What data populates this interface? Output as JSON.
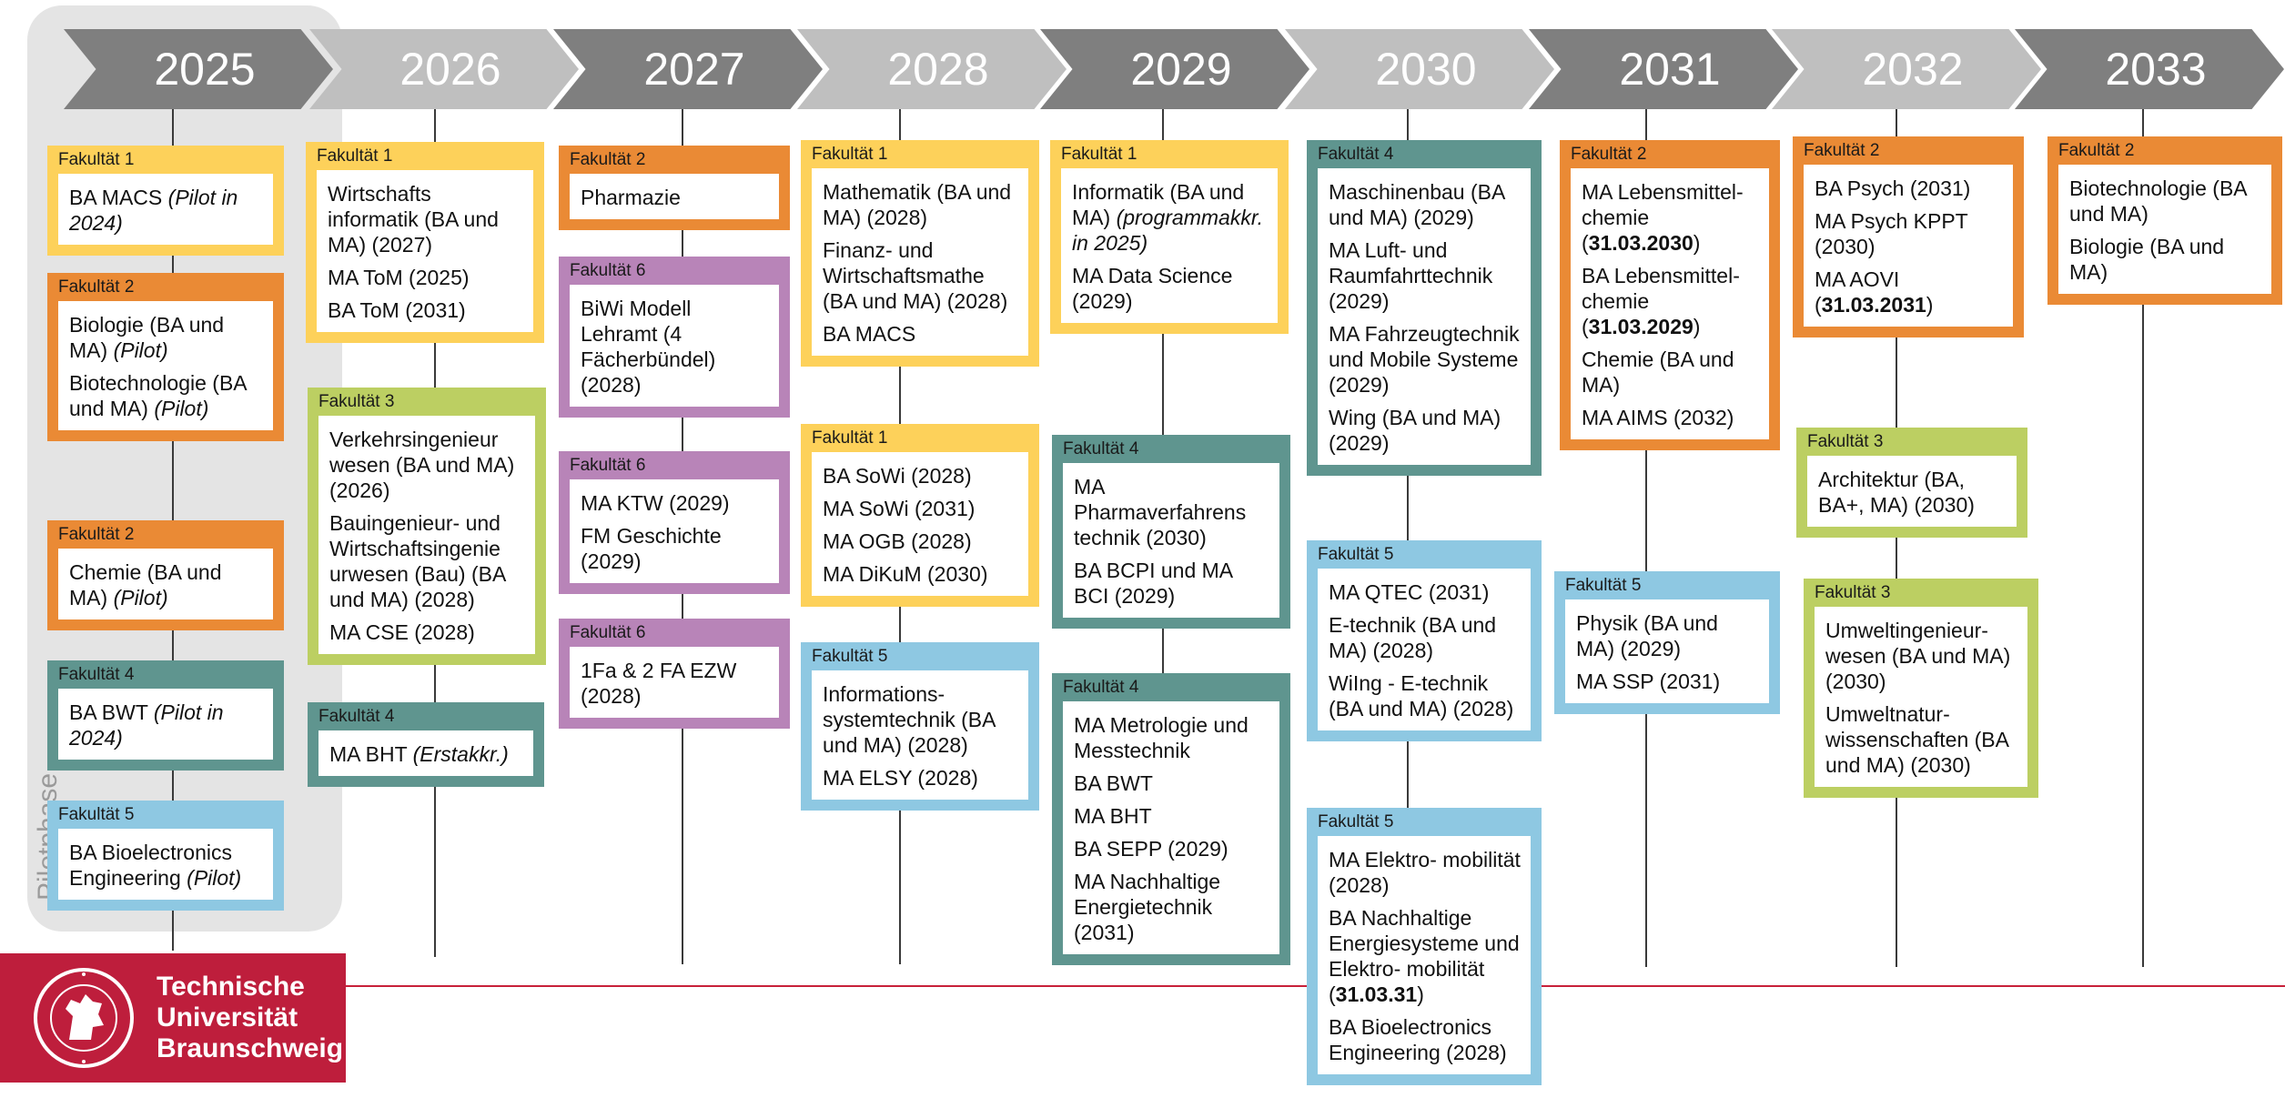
{
  "pilot_label": "Pilotphase",
  "years": [
    "2025",
    "2026",
    "2027",
    "2028",
    "2029",
    "2030",
    "2031",
    "2032",
    "2033"
  ],
  "logo": {
    "line1": "Technische",
    "line2": "Universität",
    "line3": "Braunschweig"
  },
  "colors": {
    "faculty1": "#fdd15a",
    "faculty2": "#ea8a35",
    "faculty3": "#bccf62",
    "faculty4": "#5f958f",
    "faculty5": "#8ec8e2",
    "faculty6": "#b884b8",
    "brand_red": "#be1e3c",
    "chevron_dark": "#7f7f7f",
    "chevron_light": "#bfbfbf"
  },
  "boxes": [
    {
      "faculty": "Fakultät 1",
      "entries": [
        {
          "parts": [
            {
              "t": "BA MACS "
            },
            {
              "t": "(Pilot in 2024)",
              "s": "it"
            }
          ]
        }
      ]
    },
    {
      "faculty": "Fakultät 2",
      "entries": [
        {
          "parts": [
            {
              "t": "Biologie (BA und MA) "
            },
            {
              "t": "(Pilot)",
              "s": "it"
            }
          ]
        },
        {
          "parts": [
            {
              "t": "Biotechnologie (BA und MA) "
            },
            {
              "t": "(Pilot)",
              "s": "it"
            }
          ]
        }
      ]
    },
    {
      "faculty": "Fakultät 2",
      "entries": [
        {
          "parts": [
            {
              "t": "Chemie (BA und MA) "
            },
            {
              "t": "(Pilot)",
              "s": "it"
            }
          ]
        }
      ]
    },
    {
      "faculty": "Fakultät 4",
      "entries": [
        {
          "parts": [
            {
              "t": "BA BWT "
            },
            {
              "t": "(Pilot in 2024)",
              "s": "it"
            }
          ]
        }
      ]
    },
    {
      "faculty": "Fakultät 5",
      "entries": [
        {
          "parts": [
            {
              "t": "BA Bioelectronics Engineering "
            },
            {
              "t": "(Pilot)",
              "s": "it"
            }
          ]
        }
      ]
    },
    {
      "faculty": "Fakultät 1",
      "entries": [
        {
          "parts": [
            {
              "t": "Wirtschafts informatik (BA und MA) (2027)"
            }
          ]
        },
        {
          "parts": [
            {
              "t": "MA ToM (2025)"
            }
          ]
        },
        {
          "parts": [
            {
              "t": "BA ToM (2031)"
            }
          ]
        }
      ]
    },
    {
      "faculty": "Fakultät 3",
      "entries": [
        {
          "parts": [
            {
              "t": "Verkehrsingenieur wesen (BA und MA) (2026)"
            }
          ]
        },
        {
          "parts": [
            {
              "t": "Bauingenieur- und Wirtschaftsingenie urwesen (Bau) (BA und MA) (2028)"
            }
          ]
        },
        {
          "parts": [
            {
              "t": "MA CSE (2028)"
            }
          ]
        }
      ]
    },
    {
      "faculty": "Fakultät 4",
      "entries": [
        {
          "parts": [
            {
              "t": "MA BHT "
            },
            {
              "t": "(Erstakkr.)",
              "s": "it"
            }
          ]
        }
      ]
    },
    {
      "faculty": "Fakultät 2",
      "entries": [
        {
          "parts": [
            {
              "t": "Pharmazie"
            }
          ]
        }
      ]
    },
    {
      "faculty": "Fakultät 6",
      "entries": [
        {
          "parts": [
            {
              "t": "BiWi Modell Lehramt (4 Fächerbündel) (2028)"
            }
          ]
        }
      ]
    },
    {
      "faculty": "Fakultät 6",
      "entries": [
        {
          "parts": [
            {
              "t": "MA KTW (2029)"
            }
          ]
        },
        {
          "parts": [
            {
              "t": "FM Geschichte (2029)"
            }
          ]
        }
      ]
    },
    {
      "faculty": "Fakultät 6",
      "entries": [
        {
          "parts": [
            {
              "t": "1Fa & 2 FA EZW (2028)"
            }
          ]
        }
      ]
    },
    {
      "faculty": "Fakultät 1",
      "entries": [
        {
          "parts": [
            {
              "t": "Mathematik (BA und MA) (2028)"
            }
          ]
        },
        {
          "parts": [
            {
              "t": "Finanz- und Wirtschaftsmathe (BA und MA) (2028)"
            }
          ]
        },
        {
          "parts": [
            {
              "t": "BA MACS"
            }
          ]
        }
      ]
    },
    {
      "faculty": "Fakultät 1",
      "entries": [
        {
          "parts": [
            {
              "t": "BA SoWi (2028)"
            }
          ]
        },
        {
          "parts": [
            {
              "t": "MA SoWi (2031)"
            }
          ]
        },
        {
          "parts": [
            {
              "t": "MA OGB (2028)"
            }
          ]
        },
        {
          "parts": [
            {
              "t": "MA DiKuM (2030)"
            }
          ]
        }
      ]
    },
    {
      "faculty": "Fakultät 5",
      "entries": [
        {
          "parts": [
            {
              "t": "Informations- systemtechnik (BA und MA) (2028)"
            }
          ]
        },
        {
          "parts": [
            {
              "t": "MA ELSY (2028)"
            }
          ]
        }
      ]
    },
    {
      "faculty": "Fakultät 1",
      "entries": [
        {
          "parts": [
            {
              "t": "Informatik (BA und MA) "
            },
            {
              "t": "(programmakkr. in 2025)",
              "s": "it"
            }
          ]
        },
        {
          "parts": [
            {
              "t": "MA Data Science (2029)"
            }
          ]
        }
      ]
    },
    {
      "faculty": "Fakultät 4",
      "entries": [
        {
          "parts": [
            {
              "t": "MA Pharmaverfahrens technik (2030)"
            }
          ]
        },
        {
          "parts": [
            {
              "t": "BA BCPI und MA BCI (2029)"
            }
          ]
        }
      ]
    },
    {
      "faculty": "Fakultät 4",
      "entries": [
        {
          "parts": [
            {
              "t": "MA Metrologie und Messtechnik"
            }
          ]
        },
        {
          "parts": [
            {
              "t": "BA BWT"
            }
          ]
        },
        {
          "parts": [
            {
              "t": "MA BHT"
            }
          ]
        },
        {
          "parts": [
            {
              "t": "BA SEPP (2029)"
            }
          ]
        },
        {
          "parts": [
            {
              "t": "MA Nachhaltige Energietechnik (2031)"
            }
          ]
        }
      ]
    },
    {
      "faculty": "Fakultät 4",
      "entries": [
        {
          "parts": [
            {
              "t": "Maschinenbau (BA und MA) (2029)"
            }
          ]
        },
        {
          "parts": [
            {
              "t": "MA Luft- und Raumfahrttechnik (2029)"
            }
          ]
        },
        {
          "parts": [
            {
              "t": "MA Fahrzeugtechnik und Mobile Systeme (2029)"
            }
          ]
        },
        {
          "parts": [
            {
              "t": "Wing (BA und MA) (2029)"
            }
          ]
        }
      ]
    },
    {
      "faculty": "Fakultät 5",
      "entries": [
        {
          "parts": [
            {
              "t": "MA QTEC (2031)"
            }
          ]
        },
        {
          "parts": [
            {
              "t": "E-technik (BA und MA) (2028)"
            }
          ]
        },
        {
          "parts": [
            {
              "t": "WiIng - E-technik (BA und MA) (2028)"
            }
          ]
        }
      ]
    },
    {
      "faculty": "Fakultät 5",
      "entries": [
        {
          "parts": [
            {
              "t": "MA Elektro- mobilität (2028)"
            }
          ]
        },
        {
          "parts": [
            {
              "t": "BA Nachhaltige Energiesysteme und Elektro- mobilität ("
            },
            {
              "t": "31.03.31",
              "s": "bd"
            },
            {
              "t": ")"
            }
          ]
        },
        {
          "parts": [
            {
              "t": "BA Bioelectronics Engineering (2028)"
            }
          ]
        }
      ]
    },
    {
      "faculty": "Fakultät 2",
      "entries": [
        {
          "parts": [
            {
              "t": "MA Lebensmittel- chemie ("
            },
            {
              "t": "31.03.2030",
              "s": "bd"
            },
            {
              "t": ")"
            }
          ]
        },
        {
          "parts": [
            {
              "t": "BA Lebensmittel- chemie ("
            },
            {
              "t": "31.03.2029",
              "s": "bd"
            },
            {
              "t": ")"
            }
          ]
        },
        {
          "parts": [
            {
              "t": "Chemie (BA und MA)"
            }
          ]
        },
        {
          "parts": [
            {
              "t": "MA AIMS (2032)"
            }
          ]
        }
      ]
    },
    {
      "faculty": "Fakultät 5",
      "entries": [
        {
          "parts": [
            {
              "t": "Physik (BA und MA) (2029)"
            }
          ]
        },
        {
          "parts": [
            {
              "t": "MA SSP (2031)"
            }
          ]
        }
      ]
    },
    {
      "faculty": "Fakultät 2",
      "entries": [
        {
          "parts": [
            {
              "t": "BA Psych (2031)"
            }
          ]
        },
        {
          "parts": [
            {
              "t": "MA Psych KPPT (2030)"
            }
          ]
        },
        {
          "parts": [
            {
              "t": "MA AOVI ("
            },
            {
              "t": "31.03.2031",
              "s": "bd"
            },
            {
              "t": ")"
            }
          ]
        }
      ]
    },
    {
      "faculty": "Fakultät 3",
      "entries": [
        {
          "parts": [
            {
              "t": "Architektur (BA, BA+, MA) (2030)"
            }
          ]
        }
      ]
    },
    {
      "faculty": "Fakultät 3",
      "entries": [
        {
          "parts": [
            {
              "t": "Umweltingenieur- wesen (BA und MA) (2030)"
            }
          ]
        },
        {
          "parts": [
            {
              "t": "Umweltnatur- wissenschaften (BA und MA) (2030)"
            }
          ]
        }
      ]
    },
    {
      "faculty": "Fakultät 2",
      "entries": [
        {
          "parts": [
            {
              "t": "Biotechnologie (BA und MA)"
            }
          ]
        },
        {
          "parts": [
            {
              "t": "Biologie (BA und MA)"
            }
          ]
        }
      ]
    }
  ]
}
